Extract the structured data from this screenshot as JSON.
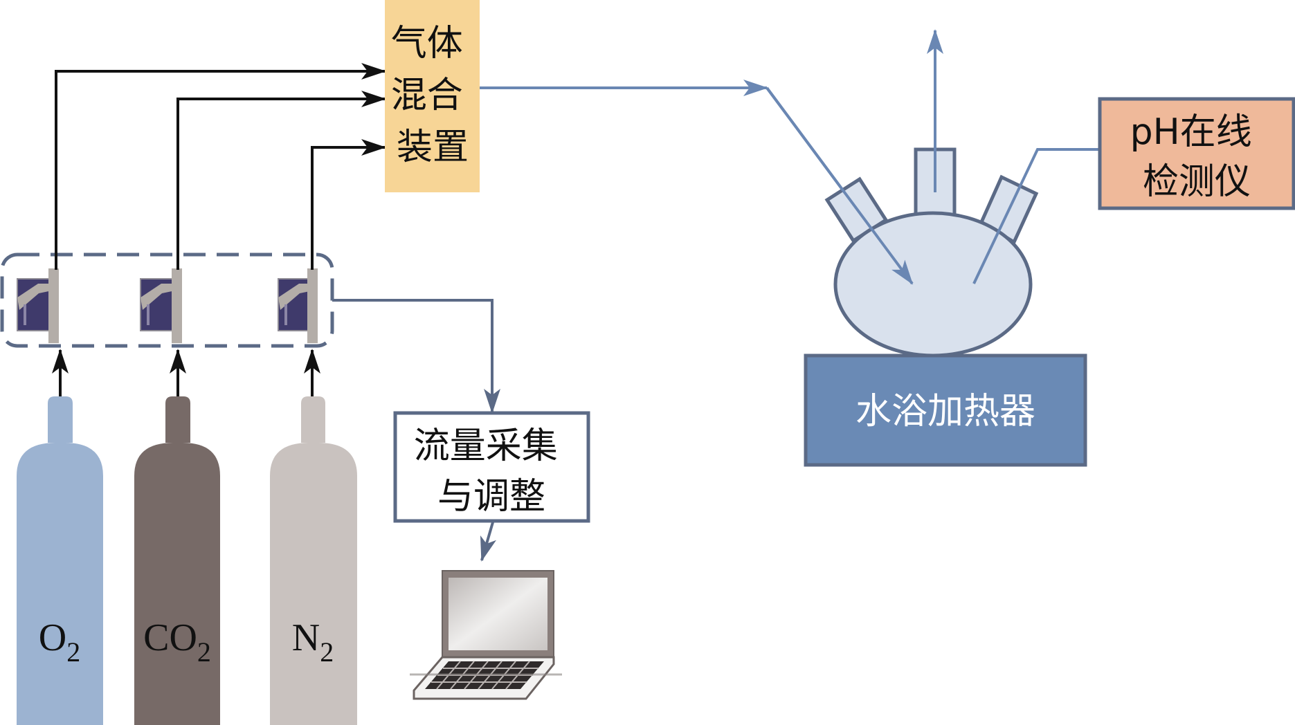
{
  "title": "Gas mixing and pH online monitoring experimental setup",
  "colors": {
    "black_line": "#111111",
    "blue_line": "#6a87b3",
    "dark_stroke": "#5b6a86",
    "flask_fill": "#d9e1ed",
    "mixer_fill": "#f7d596",
    "ph_fill": "#efb99a",
    "heater_fill": "#6a8ab5",
    "flow_box_fill": "#ffffff",
    "flowmeter_body": "#3f3a6b",
    "flowmeter_strip": "#b3ada8"
  },
  "cylinders": [
    {
      "id": "o2",
      "formula": "O",
      "subscript": "2",
      "color": "#9cb3d1"
    },
    {
      "id": "co2",
      "formula": "CO",
      "subscript": "2",
      "color": "#776a67"
    },
    {
      "id": "n2",
      "formula": "N",
      "subscript": "2",
      "color": "#c9c2bf"
    }
  ],
  "flowmeters": [
    {
      "id": "flowmeter-o2"
    },
    {
      "id": "flowmeter-co2"
    },
    {
      "id": "flowmeter-n2"
    }
  ],
  "mixer": {
    "lines": [
      "气体",
      "混合",
      "装置"
    ]
  },
  "flow_control": {
    "lines": [
      "流量采集",
      "与调整"
    ]
  },
  "ph_meter": {
    "lines": [
      "pH在线",
      "检测仪"
    ]
  },
  "heater": {
    "label": "水浴加热器"
  },
  "computer": {
    "icon": "laptop-icon"
  }
}
